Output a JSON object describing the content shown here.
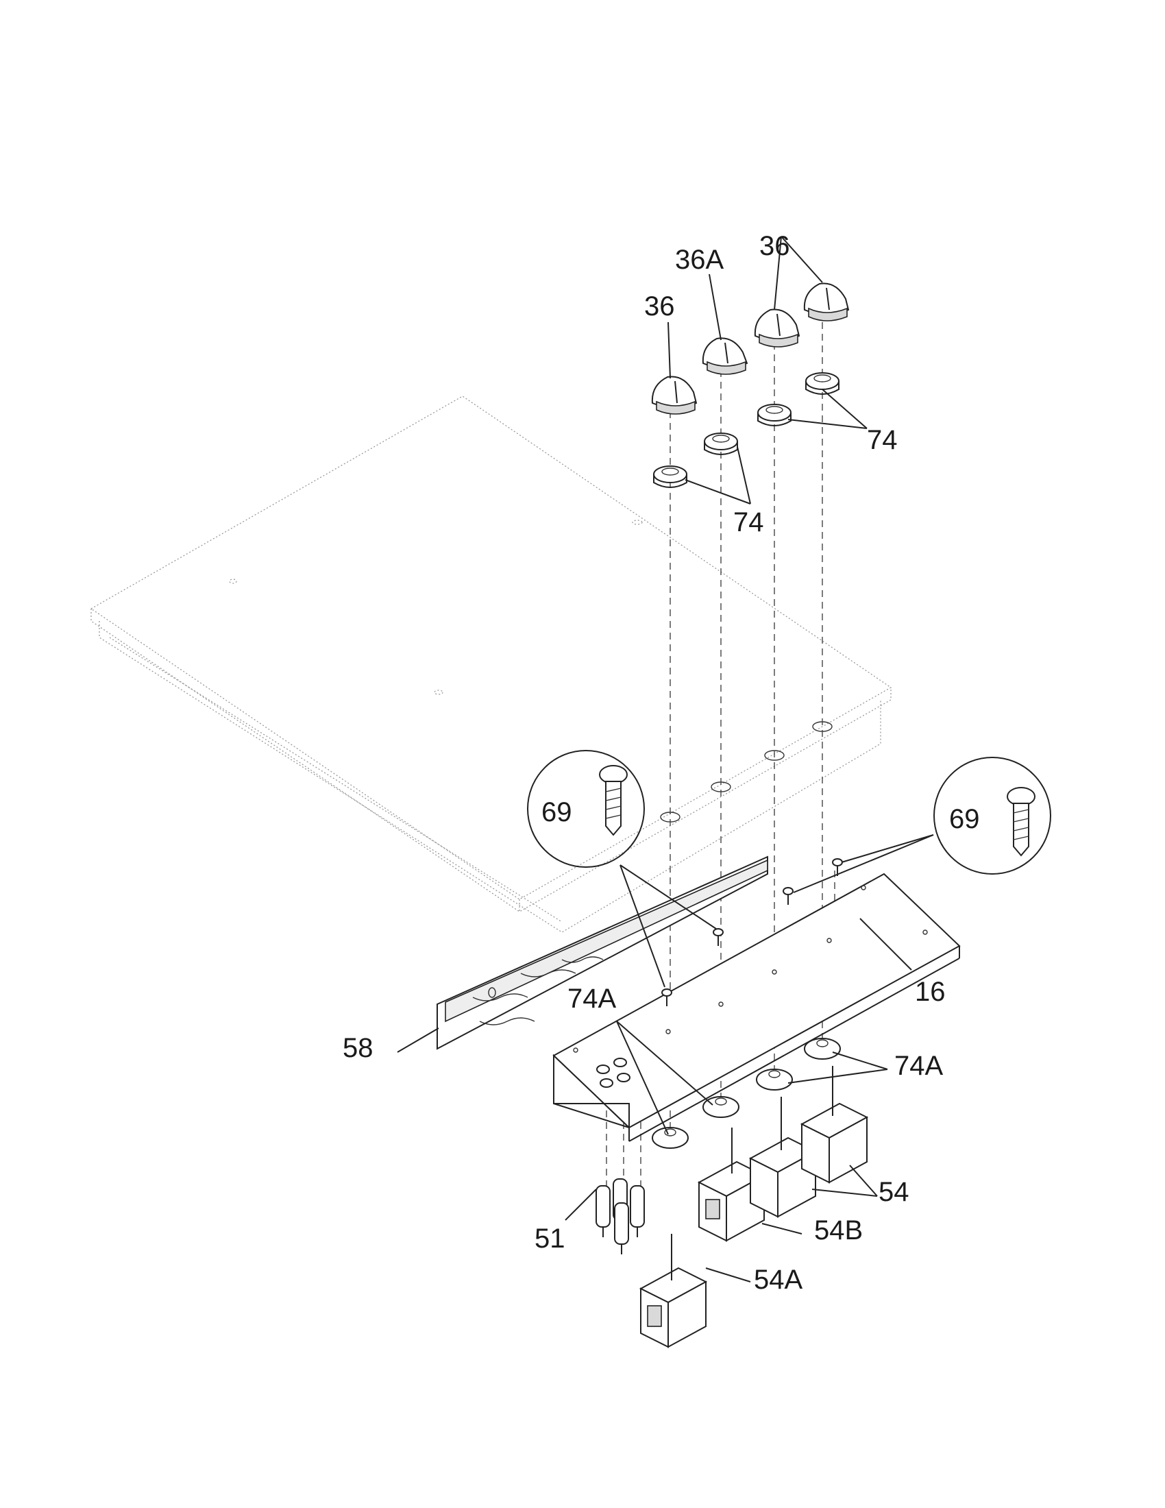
{
  "labels": {
    "knob_a": "36",
    "knob_b": "36A",
    "knob_c": "36",
    "washer_top": "74",
    "washer_mid": "74",
    "screw_left": "69",
    "screw_right": "69",
    "panel_right": "16",
    "trim_strip": "58",
    "bushing_left": "74A",
    "bushing_right": "74A",
    "indicator_lights": "51",
    "switch_group": "54",
    "switch_b": "54B",
    "switch_a": "54A"
  }
}
